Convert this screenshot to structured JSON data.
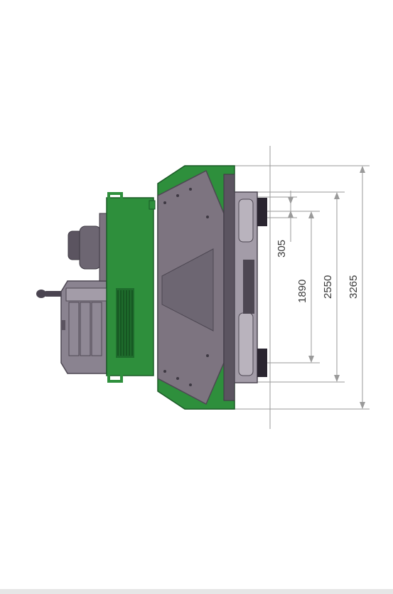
{
  "dimensions": [
    {
      "id": "d305",
      "value": "305"
    },
    {
      "id": "d1890",
      "value": "1890"
    },
    {
      "id": "d2550",
      "value": "2550"
    },
    {
      "id": "d3265",
      "value": "3265"
    }
  ],
  "colors": {
    "body_green": "#2e8f3c",
    "dark_green": "#1b6b2a",
    "grey": "#7d7480",
    "dark_grey": "#5b5460",
    "line_grey": "#9a9a9a"
  }
}
